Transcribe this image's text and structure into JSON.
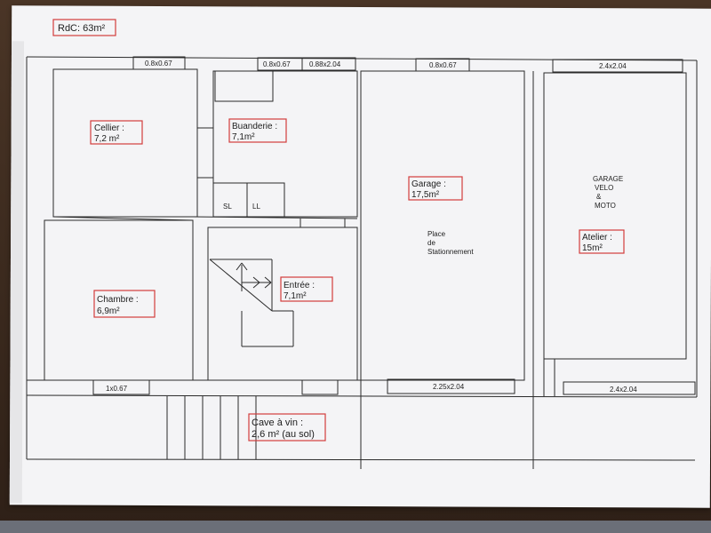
{
  "plan": {
    "title": "RdC: 63m²",
    "rooms": {
      "cellier": {
        "name": "Cellier :",
        "area": "7,2 m²"
      },
      "buanderie": {
        "name": "Buanderie :",
        "area": "7,1m²"
      },
      "garage": {
        "name": "Garage :",
        "area": "17,5m²"
      },
      "atelier": {
        "name": "Atelier :",
        "area": "15m²"
      },
      "chambre": {
        "name": "Chambre :",
        "area": "6,9m²"
      },
      "entree": {
        "name": "Entrée :",
        "area": "7,1m²"
      },
      "cave": {
        "name": "Cave à vin :",
        "area": "2,6 m² (au sol)"
      }
    },
    "dimensions": {
      "d1": "0.8x0.67",
      "d2": "0.8x0.67",
      "d3": "0.88x2.04",
      "d4": "0.8x0.67",
      "d5": "2.4x2.04",
      "d6": "1x0.67",
      "d7": "2.25x2.04",
      "d8": "2.4x2.04"
    },
    "fixtures": {
      "sl": "SL",
      "ll": "LL"
    },
    "garage_note": [
      "Place",
      "de",
      "Stationnement"
    ],
    "atelier_note": [
      "GARAGE",
      "VELO",
      "&",
      "MOTO"
    ]
  },
  "colors": {
    "label_border": "#d23c3c",
    "lines": "#2a2a2a",
    "paper": "#f4f4f6"
  }
}
